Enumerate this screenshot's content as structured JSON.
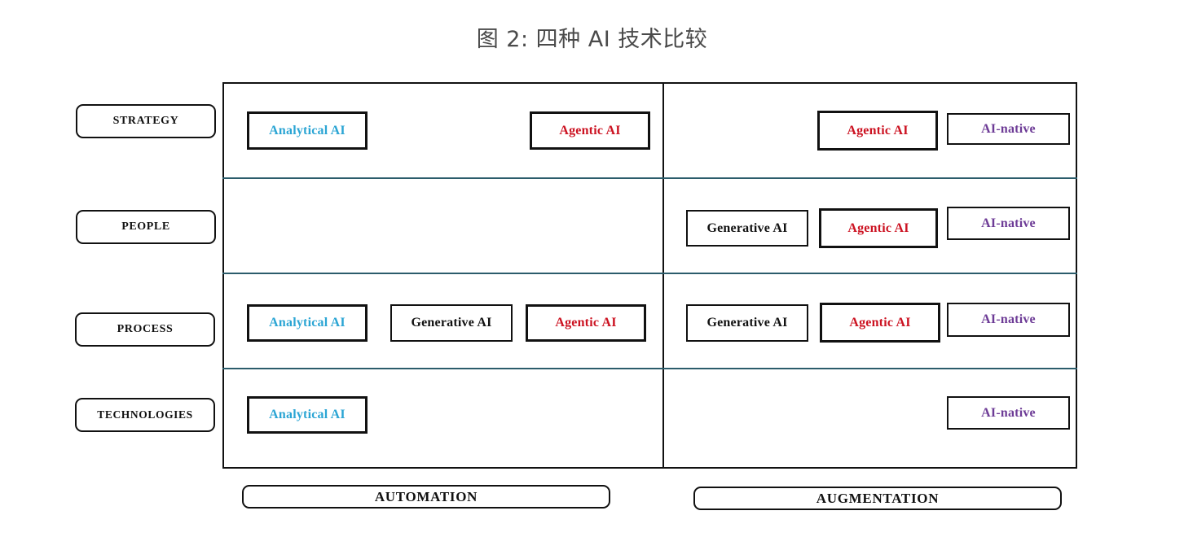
{
  "figure": {
    "title": "图 2: 四种 AI 技术比较"
  },
  "row_labels": [
    {
      "label": "STRATEGY"
    },
    {
      "label": "PEOPLE"
    },
    {
      "label": "PROCESS"
    },
    {
      "label": "TECHNOLOGIES"
    }
  ],
  "column_labels": {
    "left": "AUTOMATION",
    "right": "AUGMENTATION"
  },
  "colors": {
    "analytical": "#2ba5d4",
    "generative": "#111111",
    "agentic": "#cc1322",
    "ainative": "#6d3b96",
    "row_divider": "#2b5c6b",
    "frame": "#111111",
    "title": "#4a4a4a"
  },
  "cells": {
    "strategy_automation": [
      {
        "label": "Analytical AI"
      },
      {
        "label": "Agentic AI"
      }
    ],
    "strategy_augmentation": [
      {
        "label": "Agentic AI"
      },
      {
        "label": "AI-native"
      }
    ],
    "people_automation": [],
    "people_augmentation": [
      {
        "label": "Generative AI"
      },
      {
        "label": "Agentic AI"
      },
      {
        "label": "AI-native"
      }
    ],
    "process_automation": [
      {
        "label": "Analytical AI"
      },
      {
        "label": "Generative AI"
      },
      {
        "label": "Agentic AI"
      }
    ],
    "process_augmentation": [
      {
        "label": "Generative AI"
      },
      {
        "label": "Agentic AI"
      },
      {
        "label": "AI-native"
      }
    ],
    "technologies_automation": [
      {
        "label": "Analytical AI"
      }
    ],
    "technologies_augmentation": [
      {
        "label": "AI-native"
      }
    ]
  },
  "chart_data": {
    "type": "table",
    "title": "图 2: 四种 AI 技术比较",
    "rows": [
      "STRATEGY",
      "PEOPLE",
      "PROCESS",
      "TECHNOLOGIES"
    ],
    "columns": [
      "AUTOMATION",
      "AUGMENTATION"
    ],
    "legend": [
      "Analytical AI",
      "Generative AI",
      "Agentic AI",
      "AI-native"
    ],
    "matrix": [
      {
        "row": "STRATEGY",
        "AUTOMATION": [
          "Analytical AI",
          "Agentic AI"
        ],
        "AUGMENTATION": [
          "Agentic AI",
          "AI-native"
        ]
      },
      {
        "row": "PEOPLE",
        "AUTOMATION": [],
        "AUGMENTATION": [
          "Generative AI",
          "Agentic AI",
          "AI-native"
        ]
      },
      {
        "row": "PROCESS",
        "AUTOMATION": [
          "Analytical AI",
          "Generative AI",
          "Agentic AI"
        ],
        "AUGMENTATION": [
          "Generative AI",
          "Agentic AI",
          "AI-native"
        ]
      },
      {
        "row": "TECHNOLOGIES",
        "AUTOMATION": [
          "Analytical AI"
        ],
        "AUGMENTATION": [
          "AI-native"
        ]
      }
    ],
    "grid": true,
    "legend_position": "none"
  }
}
